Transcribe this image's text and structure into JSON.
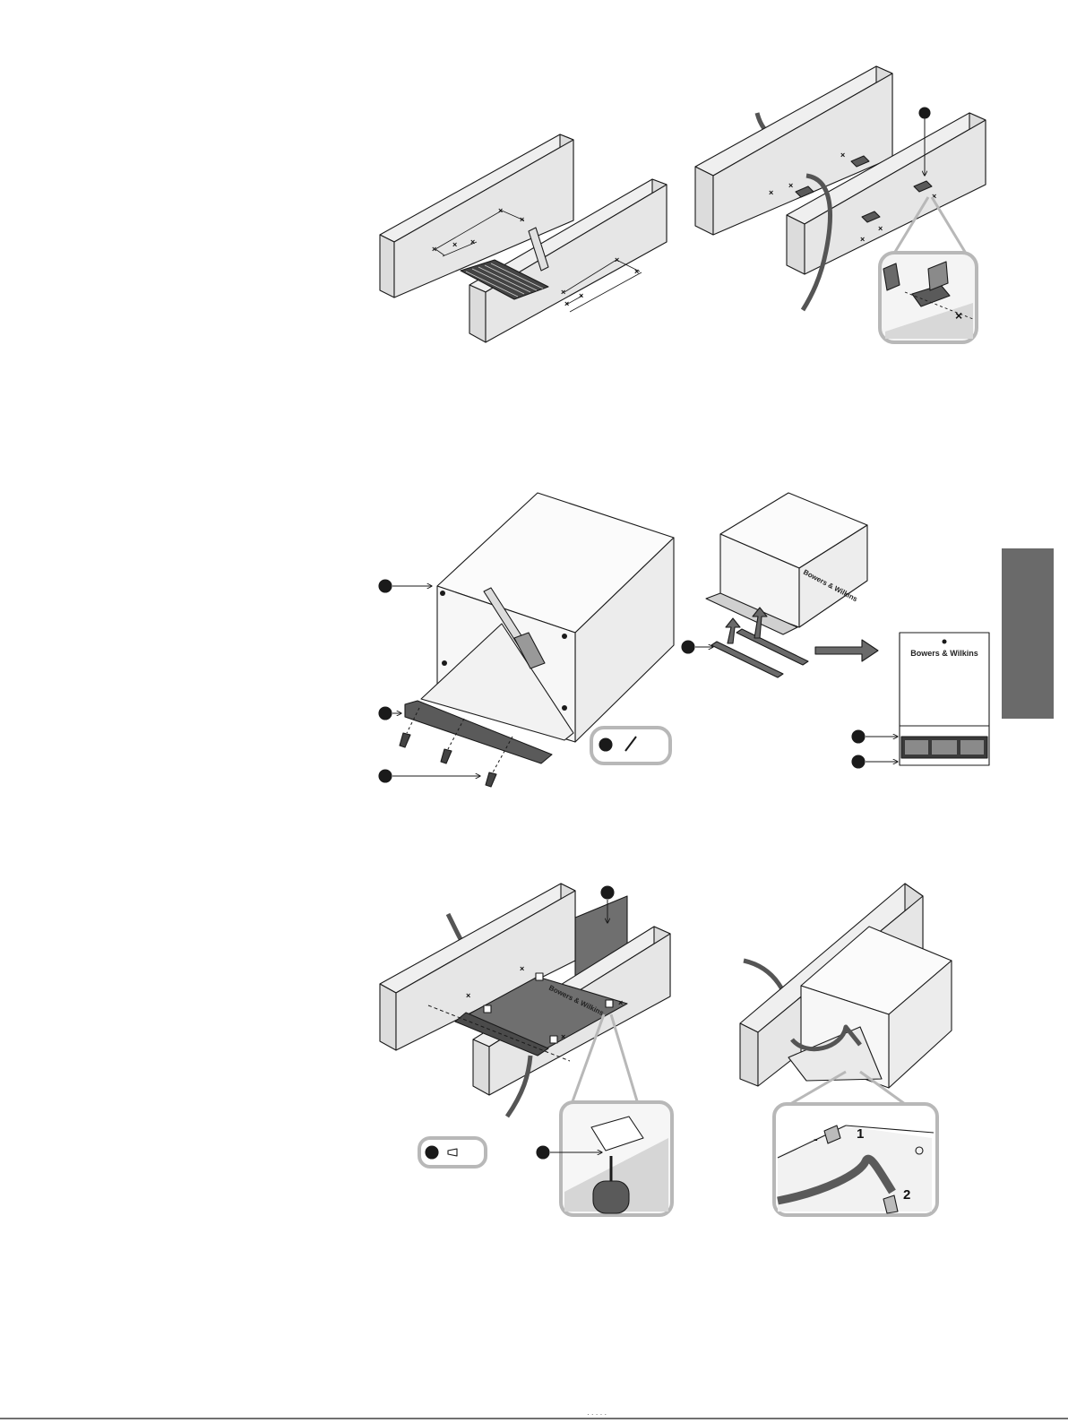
{
  "brand": {
    "logo_text": "Bowers & Wilkins"
  },
  "panel_6b": {
    "step_1": "1",
    "step_2": "2",
    "polarity_minus": "-"
  },
  "footer": {
    "page_marker": "· · · · ·"
  },
  "colors": {
    "beam_fill": "#e6e6e6",
    "beam_shadow": "#d2d2d2",
    "dark_part": "#6f6f6f",
    "callout_border": "#b8b8b8",
    "side_tab": "#6a6a6a",
    "line": "#1a1a1a"
  }
}
